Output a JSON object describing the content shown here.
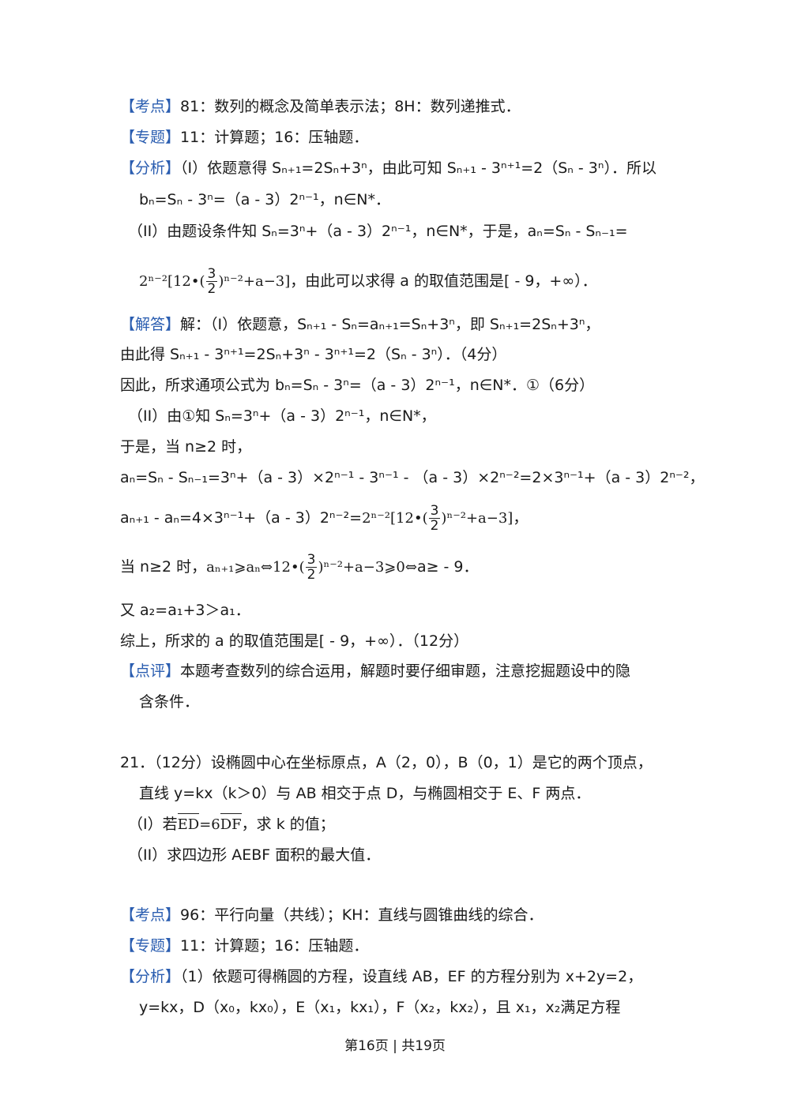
{
  "p20": {
    "kaodian_tag": "【考点】",
    "kaodian_text": "81：数列的概念及简单表示法；8H：数列递推式．",
    "zhuanti_tag": "【专题】",
    "zhuanti_text": "11：计算题；16：压轴题．",
    "fenxi_tag": "【分析】",
    "fenxi_1": "（I）依题意得 Sₙ₊₁=2Sₙ+3ⁿ，由此可知 Sₙ₊₁ - 3ⁿ⁺¹=2（Sₙ - 3ⁿ）．所以",
    "fenxi_2": "bₙ=Sₙ - 3ⁿ=（a - 3）2ⁿ⁻¹，n∈N*．",
    "fenxi_3": "（II）由题设条件知 Sₙ=3ⁿ+（a - 3）2ⁿ⁻¹，n∈N*，于是，aₙ=Sₙ - Sₙ₋₁=",
    "fenxi_4_math_a": "2ⁿ⁻²[12•(",
    "fenxi_4_num": "3",
    "fenxi_4_den": "2",
    "fenxi_4_math_b": ")ⁿ⁻²+a−3]",
    "fenxi_4_text": "，由此可以求得 a 的取值范围是[ - 9，+∞）．",
    "jieda_tag": "【解答】",
    "jieda_1": "解：（I）依题意，Sₙ₊₁ - Sₙ=aₙ₊₁=Sₙ+3ⁿ，即 Sₙ₊₁=2Sₙ+3ⁿ，",
    "jieda_2": "由此得 Sₙ₊₁ - 3ⁿ⁺¹=2Sₙ+3ⁿ - 3ⁿ⁺¹=2（Sₙ - 3ⁿ）．（4分）",
    "jieda_3": "因此，所求通项公式为 bₙ=Sₙ - 3ⁿ=（a - 3）2ⁿ⁻¹，n∈N*．①（6分）",
    "jieda_4": "（II）由①知 Sₙ=3ⁿ+（a - 3）2ⁿ⁻¹，n∈N*，",
    "jieda_5": "于是，当 n≥2 时，",
    "jieda_6": "aₙ=Sₙ - Sₙ₋₁=3ⁿ+（a - 3）×2ⁿ⁻¹ - 3ⁿ⁻¹ - （a - 3）×2ⁿ⁻²=2×3ⁿ⁻¹+（a - 3）2ⁿ⁻²，",
    "jieda_7_text": "aₙ₊₁ - aₙ=4×3ⁿ⁻¹+（a - 3）2ⁿ⁻²=",
    "jieda_7_math_a": "2ⁿ⁻²[12•(",
    "jieda_7_num": "3",
    "jieda_7_den": "2",
    "jieda_7_math_b": ")ⁿ⁻²+a−3]",
    "jieda_7_end": "，",
    "jieda_8_text": "当 n≥2 时，",
    "jieda_8_math_a": "aₙ₊₁⩾aₙ⇔12•(",
    "jieda_8_num": "3",
    "jieda_8_den": "2",
    "jieda_8_math_b": ")ⁿ⁻²+a−3⩾0⇔",
    "jieda_8_end": "a≥ - 9．",
    "jieda_9": "又 a₂=a₁+3＞a₁．",
    "jieda_10": "综上，所求的 a 的取值范围是[ - 9，+∞）．（12分）",
    "dianping_tag": "【点评】",
    "dianping_1": "本题考查数列的综合运用，解题时要仔细审题，注意挖掘题设中的隐",
    "dianping_2": "含条件．"
  },
  "p21": {
    "q_1": "21．（12分）设椭圆中心在坐标原点，A（2，0），B（0，1）是它的两个顶点，",
    "q_2": "直线 y=kx（k＞0）与 AB 相交于点 D，与椭圆相交于 E、F 两点．",
    "q_3_a": "（I）若",
    "q_3_vec1": "ED",
    "q_3_mid": "=6",
    "q_3_vec2": "DF",
    "q_3_b": "，求 k 的值；",
    "q_4": "（II）求四边形 AEBF 面积的最大值．",
    "kaodian_tag": "【考点】",
    "kaodian_text": "96：平行向量（共线）；KH：直线与圆锥曲线的综合．",
    "zhuanti_tag": "【专题】",
    "zhuanti_text": "11：计算题；16：压轴题．",
    "fenxi_tag": "【分析】",
    "fenxi_1": "（1）依题可得椭圆的方程，设直线 AB，EF 的方程分别为 x+2y=2，",
    "fenxi_2": "y=kx，D（x₀，kx₀），E（x₁，kx₁），F（x₂，kx₂），且 x₁，x₂满足方程"
  },
  "footer": {
    "page_text": "第16页 | 共19页"
  }
}
